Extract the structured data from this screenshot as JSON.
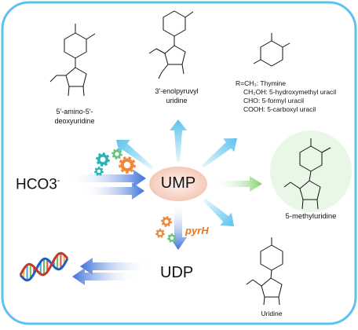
{
  "colors": {
    "frame": "#5bc3ee",
    "ump_fill": "#f7e0d6",
    "ump_text": "#111111",
    "arrow_cyan": "#5cc3ee",
    "arrow_blue": "#3b6fd8",
    "arrow_green": "#7ed36a",
    "gear_orange": "#f2883a",
    "gear_teal": "#2ab3b6",
    "gear_green": "#68c37c",
    "enzyme_label": "#e97419",
    "highlight_circle": "#e9f7e6"
  },
  "substrate": {
    "label": "HCO3",
    "superscript": "-"
  },
  "center": {
    "label": "UMP"
  },
  "product": {
    "label": "UDP"
  },
  "enzyme": {
    "label": "pyrH"
  },
  "compounds": {
    "c1": {
      "line1": "5'-amino-5'-",
      "line2": "deoxyuridine"
    },
    "c2": {
      "line1": "3'-enolpyruvyl",
      "line2": "uridine"
    },
    "c3": {
      "lines": [
        "R=CH₃: Thymine",
        "CH₂OH: 5-hydroxymethyl uracil",
        "CHO: 5-formyl uracil",
        "COOH: 5-carboxyl uracil"
      ]
    },
    "c4": {
      "label": "5-methyluridine"
    },
    "c5": {
      "label": "Uridine"
    }
  },
  "icons": [
    "gear-icon",
    "dna-helix-icon"
  ]
}
